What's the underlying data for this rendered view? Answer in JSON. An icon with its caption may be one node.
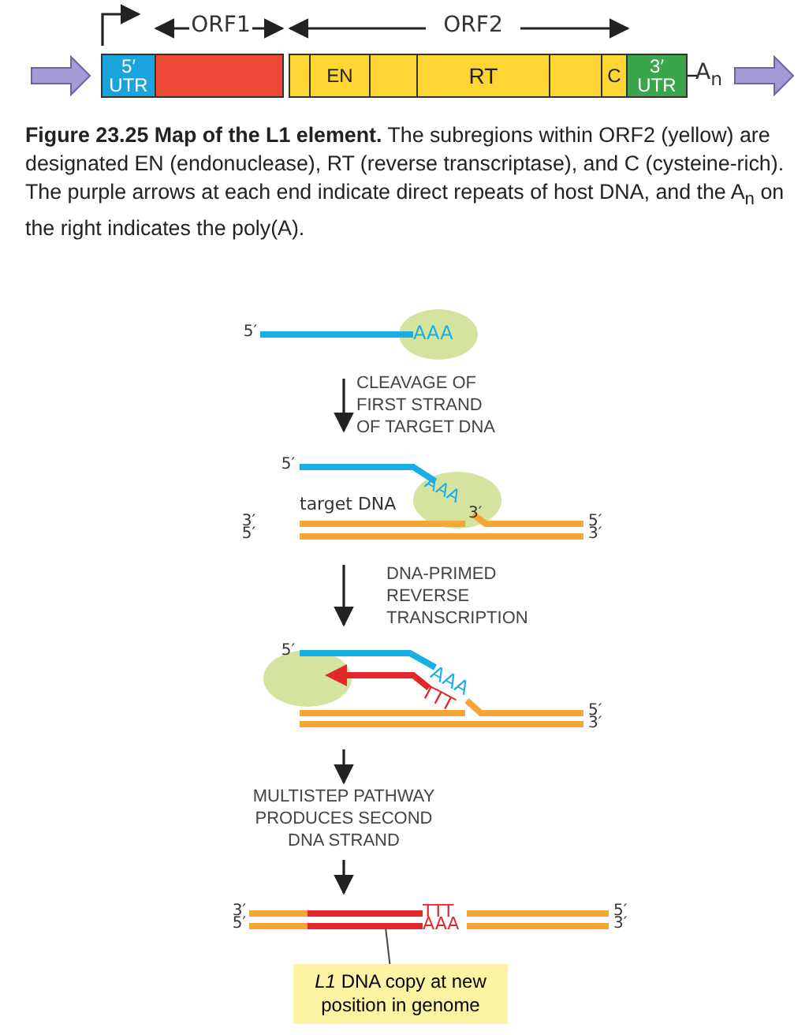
{
  "diagram": {
    "caption": "**Figure 23.25 Map of the L1 element.** The subregions within ORF2 (yellow) are designated EN (endonuclease), RT (reverse transcriptase), and C (cysteine-rich). The purple arrows at each end indicate direct repeats of host DNA, and the A$_{n}$ on the right indicates the poly(A).",
    "nodes": [
      {
        "text": [
          "5′ UTR"
        ]
      },
      {
        "text": [],
        "shape": "box"
      },
      {
        "text": [],
        "shape": "box"
      },
      {
        "text": [
          "EN"
        ]
      },
      {
        "text": [],
        "shape": "box"
      },
      {
        "text": [
          "RT"
        ]
      },
      {
        "text": [],
        "shape": "box"
      },
      {
        "text": [
          "C"
        ]
      },
      {
        "text": [
          "3′ UTR"
        ],
        "beside": [
          "A$_{n}$"
        ]
      },
      {
        "text": [],
        "shape": "bar"
      },
      {
        "text": [
          "*L1* DNA copy at new position in genome"
        ]
      }
    ],
    "edges": [
      {
        "from": 10,
        "to": 9,
        "arrow": "none"
      }
    ],
    "labels": [
      "ORF1",
      "ORF2",
      "5′",
      "AAA",
      "CLEAVAGE OF FIRST STRAND OF TARGET DNA",
      "5′",
      "AAA",
      "target DNA",
      "3′",
      "3′",
      "5′",
      "5′",
      "3′",
      "DNA-PRIMED REVERSE TRANSCRIPTION",
      "5′",
      "AAA",
      "TTT",
      "5′",
      "3′",
      "MULTISTEP PATHWAY PRODUCES SECOND DNA STRAND",
      "3′",
      "TTT",
      "5′",
      "5′",
      "AAA",
      "3′"
    ]
  }
}
